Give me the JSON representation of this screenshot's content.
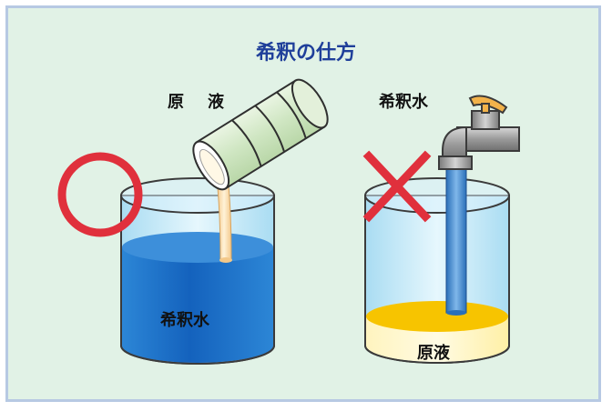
{
  "title": "希釈の仕方",
  "left": {
    "pour_label_1": "原",
    "pour_label_2": "液",
    "beaker_label": "希釈水",
    "verdict_icon": "circle-correct-icon"
  },
  "right": {
    "tap_label": "希釈水",
    "beaker_label": "原液",
    "verdict_icon": "cross-incorrect-icon"
  },
  "colors": {
    "panel_bg": "#e1f2e6",
    "panel_border": "#b7c9e3",
    "title": "#1f3f9a",
    "water_blue": "#1566c0",
    "glass": "#bfe6f6",
    "concentrate_yellow": "#f7c400",
    "mark_red": "#e0303c",
    "can_green": "#cfe6c2"
  }
}
